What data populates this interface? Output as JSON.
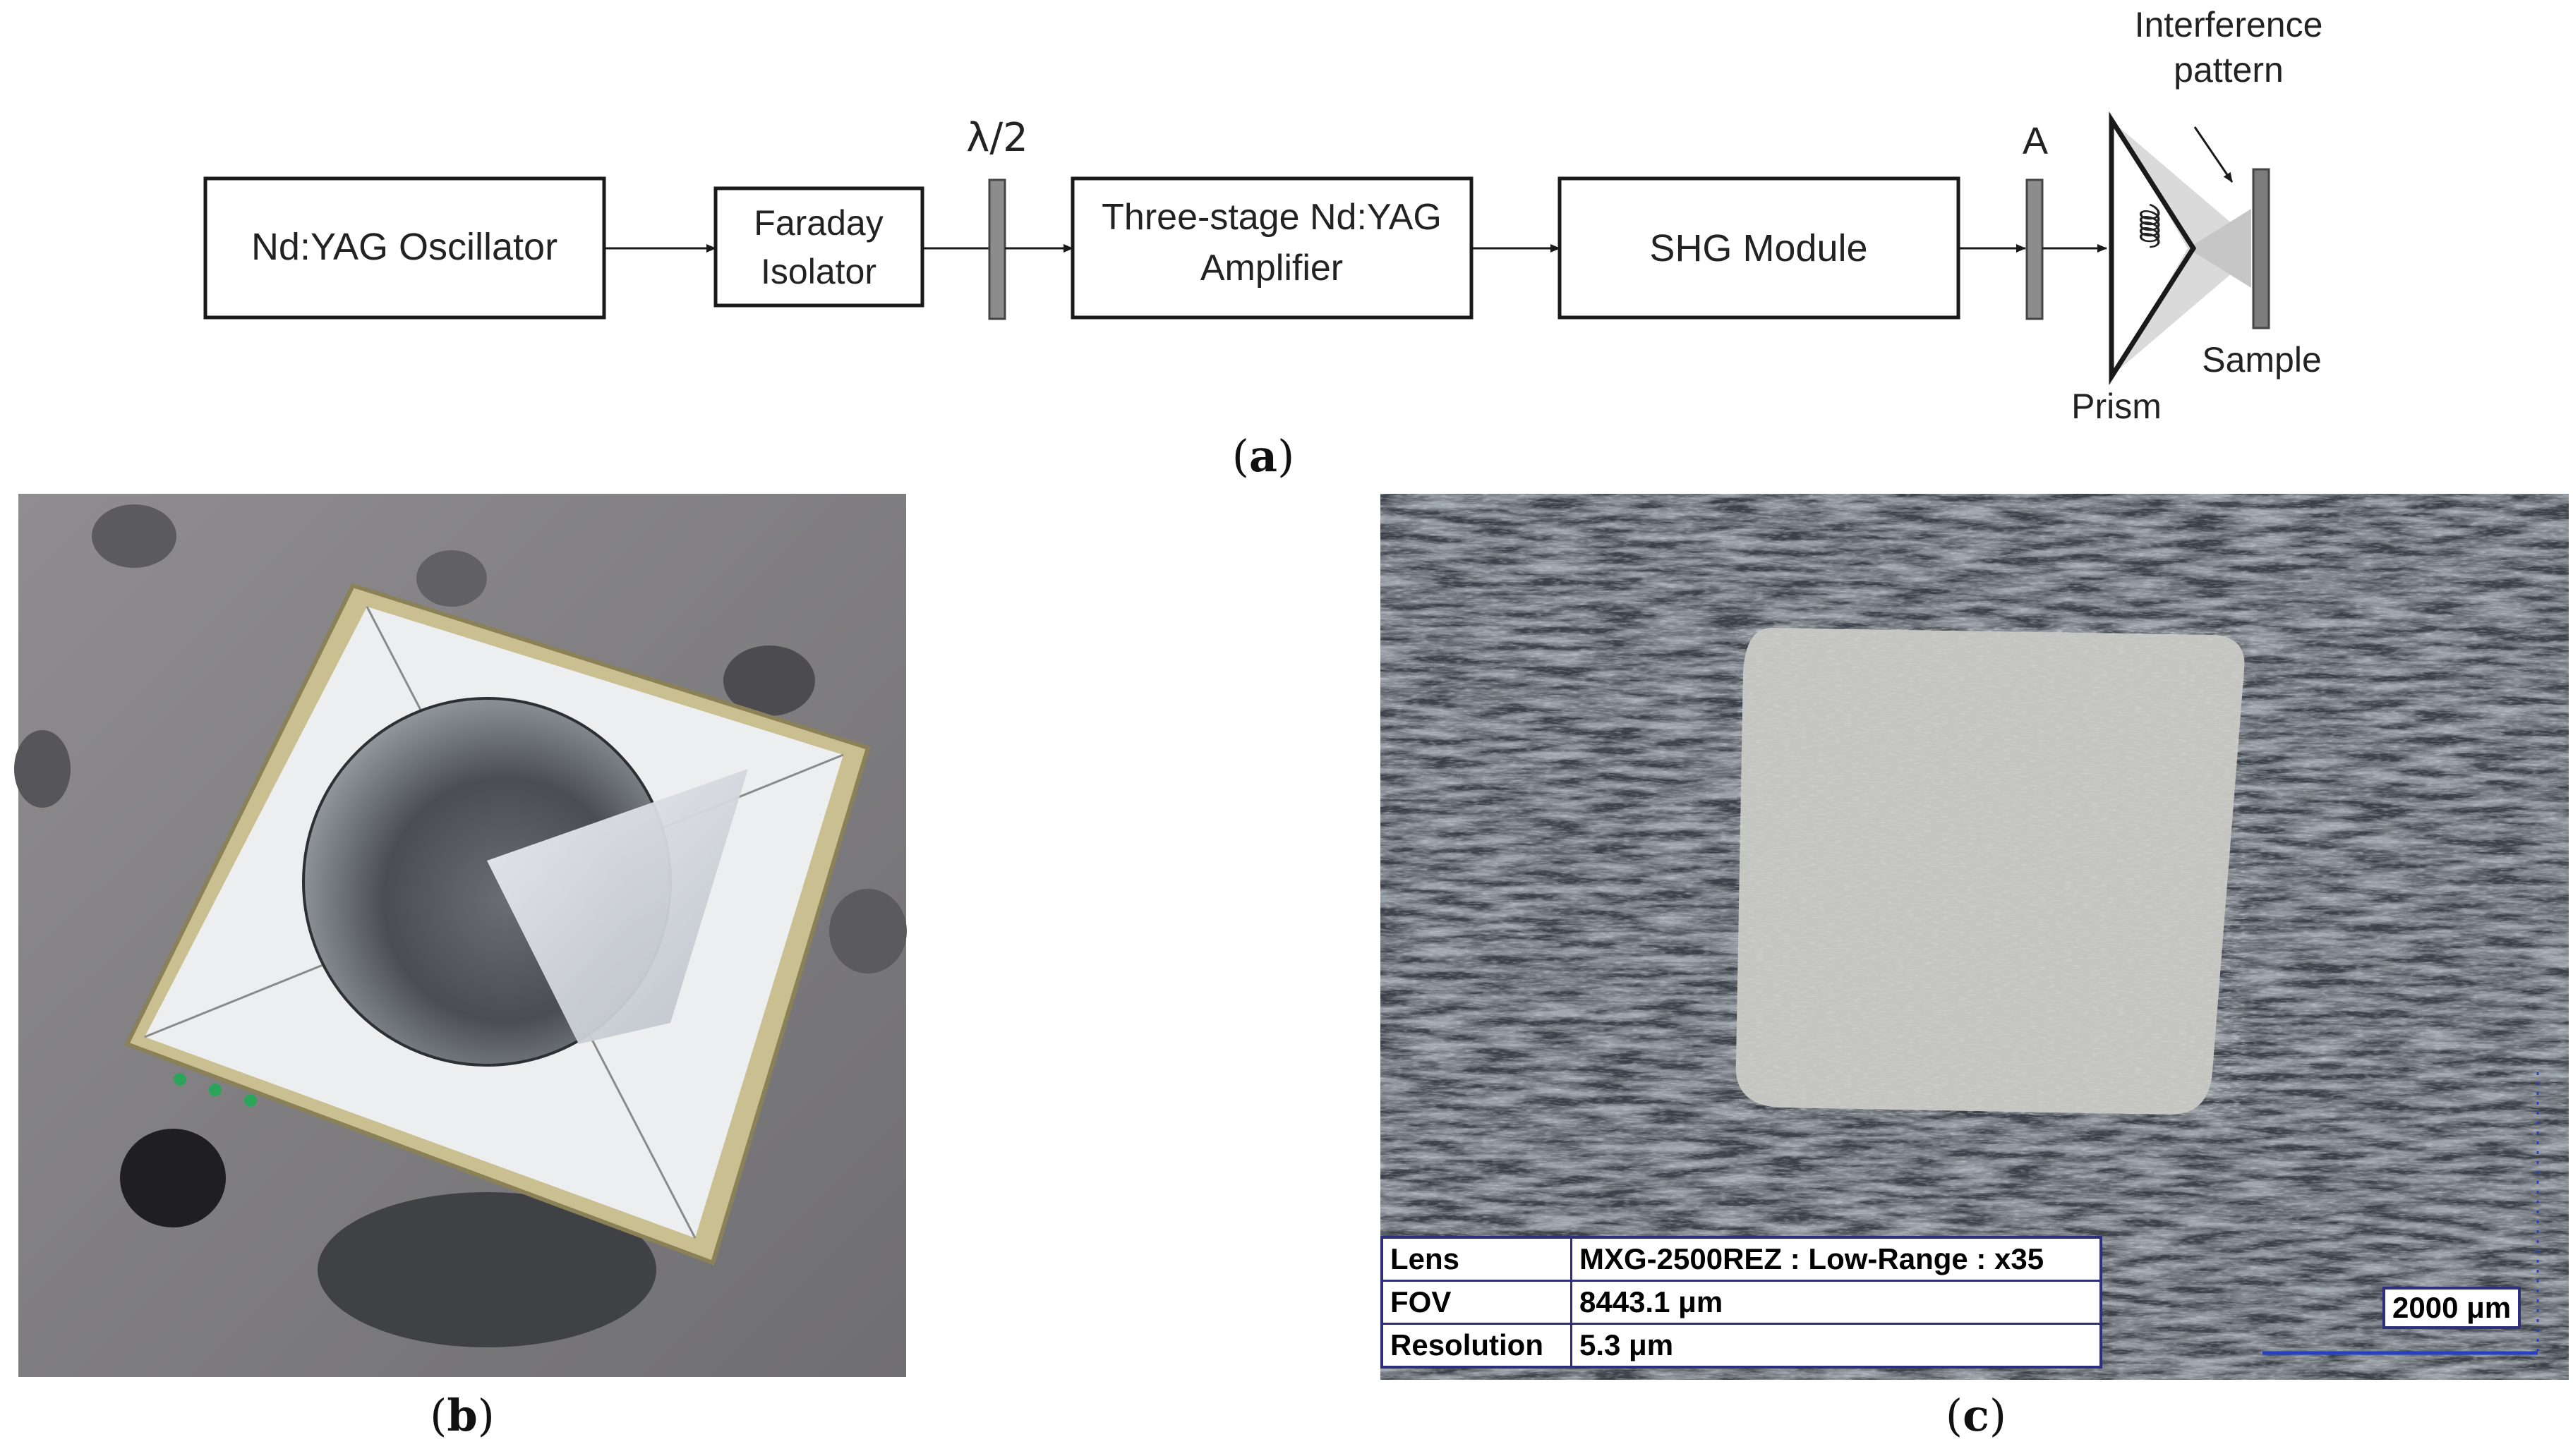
{
  "panel_a": {
    "boxes": {
      "oscillator": "Nd:YAG Oscillator",
      "isolator_line1": "Faraday",
      "isolator_line2": "Isolator",
      "amplifier_line1": "Three-stage Nd:YAG",
      "amplifier_line2": "Amplifier",
      "shg": "SHG Module"
    },
    "labels": {
      "halfwave": "λ/2",
      "attenuator": "A",
      "interference_line1": "Interference",
      "interference_line2": "pattern",
      "prism": "Prism",
      "sample": "Sample"
    },
    "caption": "a"
  },
  "panel_b": {
    "caption": "b"
  },
  "panel_c": {
    "caption": "c",
    "table": [
      {
        "key": "Lens",
        "value": "MXG-2500REZ : Low-Range : x35"
      },
      {
        "key": "FOV",
        "value": "8443.1 μm"
      },
      {
        "key": "Resolution",
        "value": "5.3 μm"
      }
    ],
    "scale_bar": "2000 μm"
  },
  "colors": {
    "box_stroke": "#1a1a1a",
    "optic_fill": "#8c8c8c",
    "table_border": "#2d2f7c",
    "scale_line": "#2540c0"
  }
}
